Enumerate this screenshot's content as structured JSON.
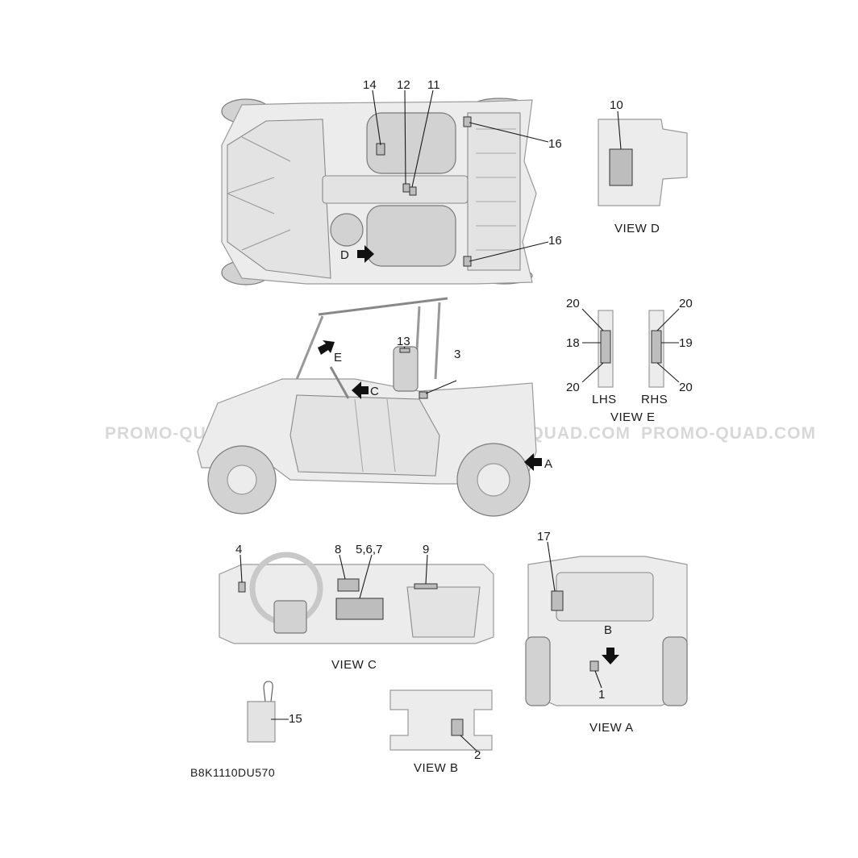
{
  "callouts": {
    "c1": "1",
    "c2": "2",
    "c3": "3",
    "c4": "4",
    "c567": "5,6,7",
    "c8": "8",
    "c9": "9",
    "c10": "10",
    "c11": "11",
    "c12": "12",
    "c13": "13",
    "c14": "14",
    "c15": "15",
    "c16a": "16",
    "c16b": "16",
    "c17": "17",
    "c18": "18",
    "c19": "19",
    "c20a": "20",
    "c20b": "20",
    "c20c": "20",
    "c20d": "20"
  },
  "arrows": {
    "a": "A",
    "b": "B",
    "c": "C",
    "d": "D",
    "e": "E"
  },
  "views": {
    "a": "VIEW A",
    "b": "VIEW B",
    "c": "VIEW C",
    "d": "VIEW D",
    "e": "VIEW E",
    "lhs": "LHS",
    "rhs": "RHS"
  },
  "code": "B8K1110DU570",
  "watermark": "PROMO-QUAD.COM"
}
